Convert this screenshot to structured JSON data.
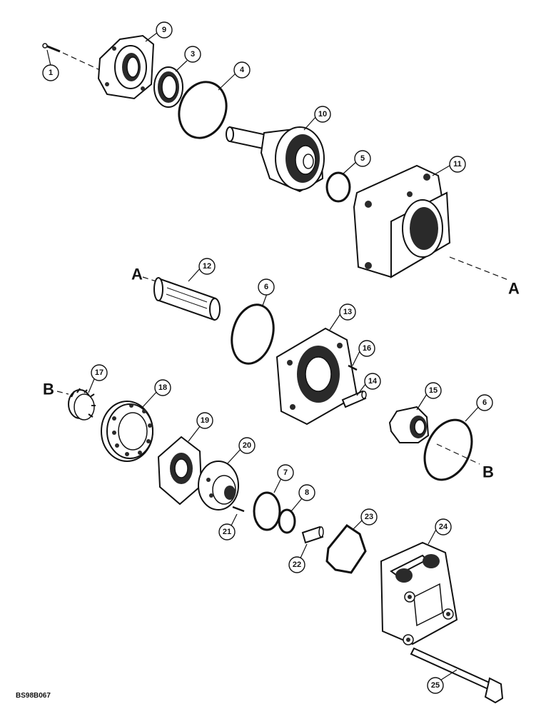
{
  "diagram": {
    "figure_code": "BS98B067",
    "reference_letters": {
      "a_left": "A",
      "a_right": "A",
      "b_left": "B",
      "b_right": "B"
    },
    "callouts": {
      "c1": "1",
      "c2": "3",
      "c3": "9",
      "c4": "4",
      "c5": "10",
      "c6": "5",
      "c7": "11",
      "c8": "12",
      "c9": "6",
      "c10": "13",
      "c11": "16",
      "c12": "14",
      "c13": "17",
      "c14": "18",
      "c15": "19",
      "c16": "20",
      "c17": "15",
      "c18": "6",
      "c19": "7",
      "c20": "8",
      "c21": "21",
      "c22": "22",
      "c23": "23",
      "c24": "24",
      "c25": "25"
    }
  }
}
